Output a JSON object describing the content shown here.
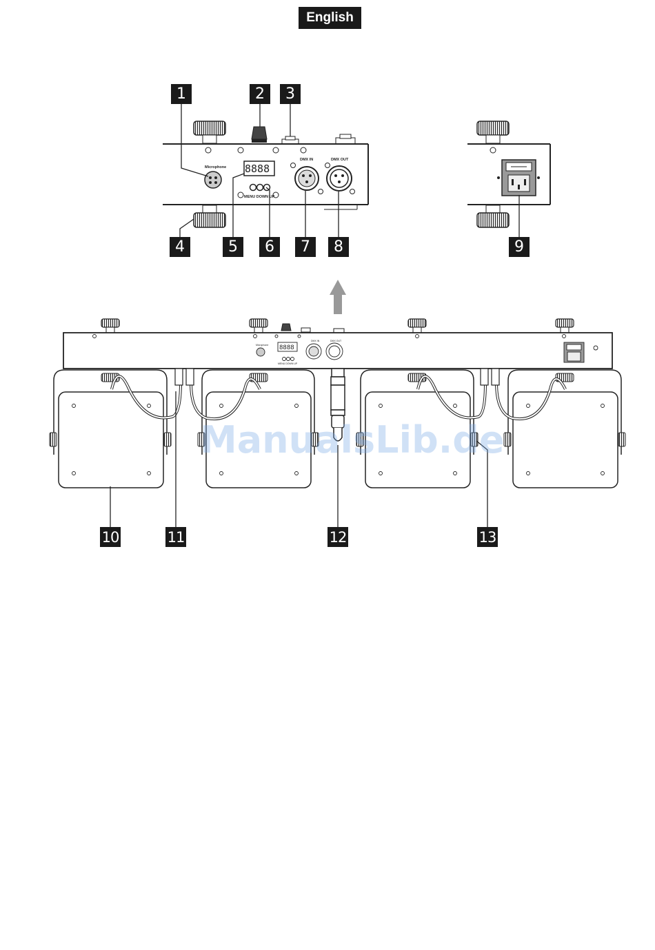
{
  "header": {
    "language_label": "English"
  },
  "panel": {
    "microphone_label": "Microphone",
    "dmx_in_label": "DMX IN",
    "dmx_out_label": "DMX OUT",
    "display_digits": "8888",
    "button_labels": "MENU  DOWN  UP"
  },
  "callouts": [
    "1",
    "2",
    "3",
    "4",
    "5",
    "6",
    "7",
    "8",
    "9",
    "10",
    "11",
    "12",
    "13"
  ],
  "watermark": "ManualsLib.de"
}
